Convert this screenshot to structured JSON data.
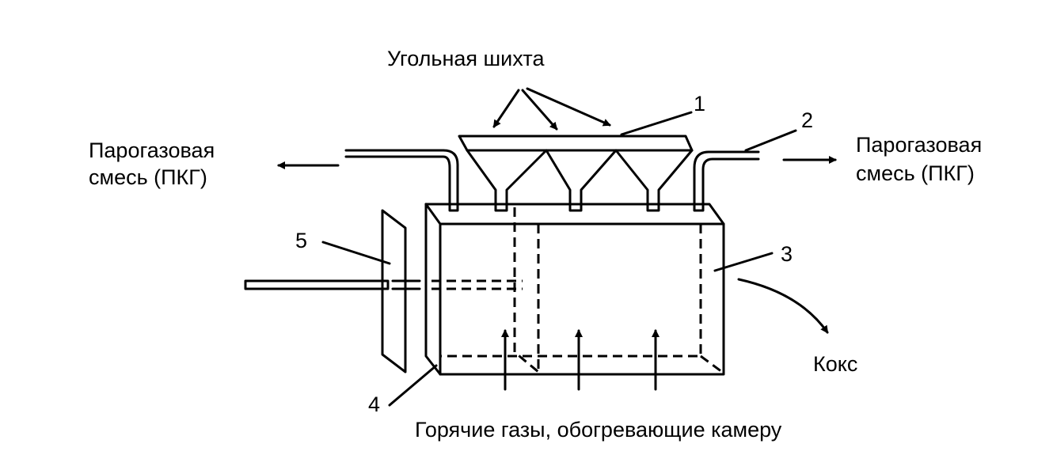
{
  "labels": {
    "coal_charge": "Угольная шихта",
    "vapor_gas_left_1": "Парогазовая",
    "vapor_gas_left_2": "смесь (ПКГ)",
    "vapor_gas_right_1": "Парогазовая",
    "vapor_gas_right_2": "смесь (ПКГ)",
    "coke": "Кокс",
    "hot_gases": "Горячие газы, обогревающие камеру"
  },
  "numbers": {
    "n1": "1",
    "n2": "2",
    "n3": "3",
    "n4": "4",
    "n5": "5"
  }
}
